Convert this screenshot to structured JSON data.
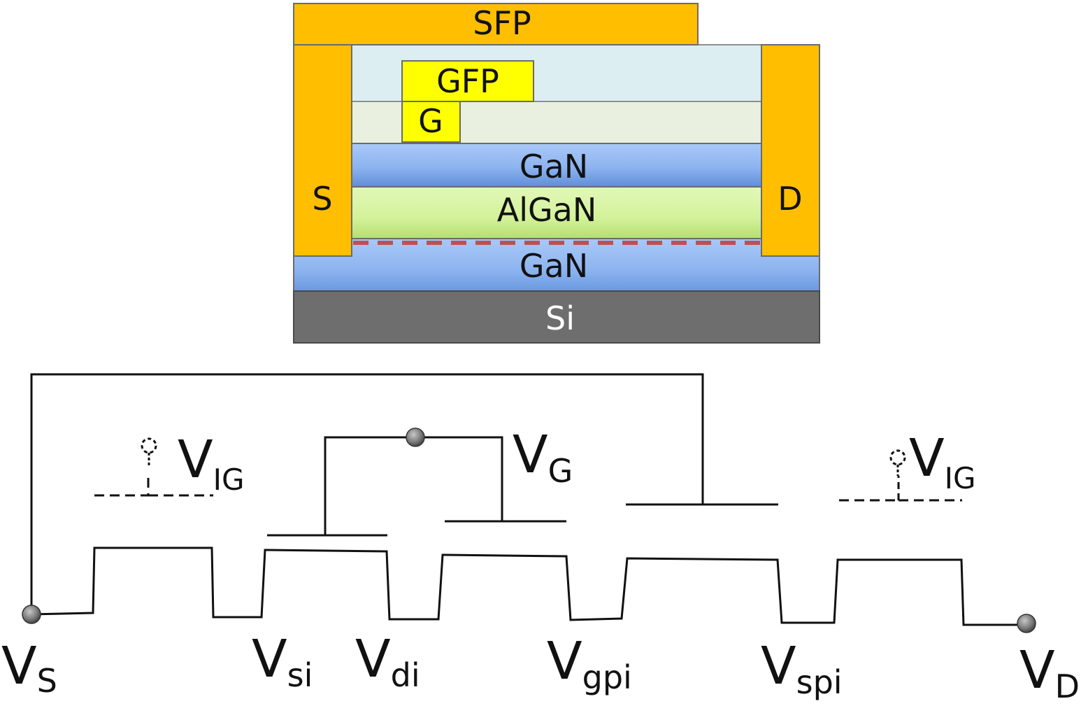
{
  "device_stack": {
    "sfp": "SFP",
    "gfp": "GFP",
    "gate": "G",
    "source": "S",
    "drain": "D",
    "gan_top": "GaN",
    "algan": "AlGaN",
    "gan_buffer": "GaN",
    "substrate": "Si"
  },
  "circuit": {
    "nodes": {
      "vs": {
        "main": "V",
        "sub": "S"
      },
      "vsi": {
        "main": "V",
        "sub": "si"
      },
      "vdi": {
        "main": "V",
        "sub": "di"
      },
      "vgpi": {
        "main": "V",
        "sub": "gpi"
      },
      "vspi": {
        "main": "V",
        "sub": "spi"
      },
      "vd": {
        "main": "V",
        "sub": "D"
      }
    },
    "vg": {
      "main": "V",
      "sub": "G"
    },
    "vig_left": {
      "main": "V",
      "sub": "IG"
    },
    "vig_right": {
      "main": "V",
      "sub": "IG"
    }
  },
  "colors": {
    "metal_orange": "#FFBE00",
    "gate_yellow": "#FFFF00",
    "passivation_blue": "#DDEEF3",
    "passivation_green": "#EAF0DF",
    "gan_blue": "#8DB4F0",
    "algan_green": "#D3F29A",
    "si_gray": "#6E6E6E",
    "twodeg_red": "#C0504D"
  }
}
